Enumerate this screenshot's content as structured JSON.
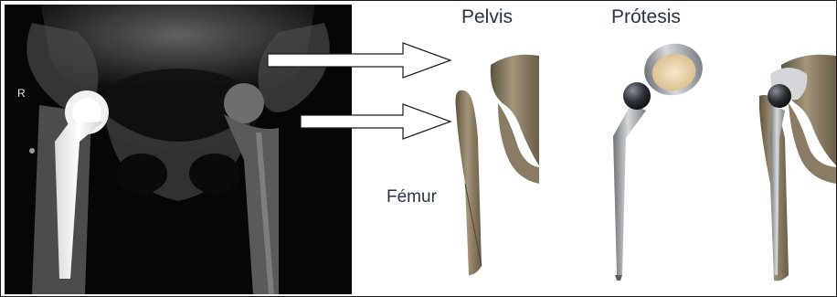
{
  "xray": {
    "side_marker": "R"
  },
  "labels": {
    "pelvis": "Pelvis",
    "protesis": "Prótesis",
    "femur": "Fémur"
  },
  "colors": {
    "xray_background": "#050505",
    "bone": "#8a7c64",
    "metal": "#b9bcc0",
    "label_text": "#2a3345"
  }
}
